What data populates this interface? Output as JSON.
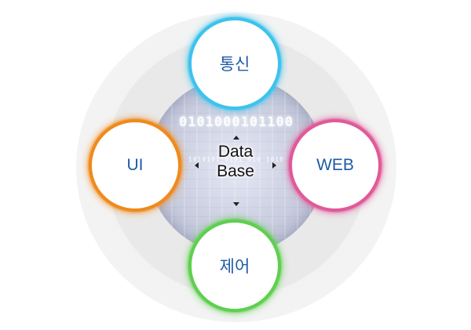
{
  "center": {
    "line1": "Data",
    "line2": "Base",
    "binary_top": "0101000101100",
    "binary_bottom": "1010101 0101 010 1010"
  },
  "nodes": {
    "top": {
      "label": "통신",
      "color": "#3cc3ec"
    },
    "left": {
      "label": "UI",
      "color": "#f08a1c"
    },
    "right": {
      "label": "WEB",
      "color": "#e05a98"
    },
    "bottom": {
      "label": "제어",
      "color": "#5fcf4f"
    }
  },
  "colors": {
    "label_text": "#1f5aa6",
    "center_text": "#111111"
  },
  "icons": {
    "arrows": [
      "arrow-up-icon",
      "arrow-down-icon",
      "arrow-left-icon",
      "arrow-right-icon"
    ]
  }
}
